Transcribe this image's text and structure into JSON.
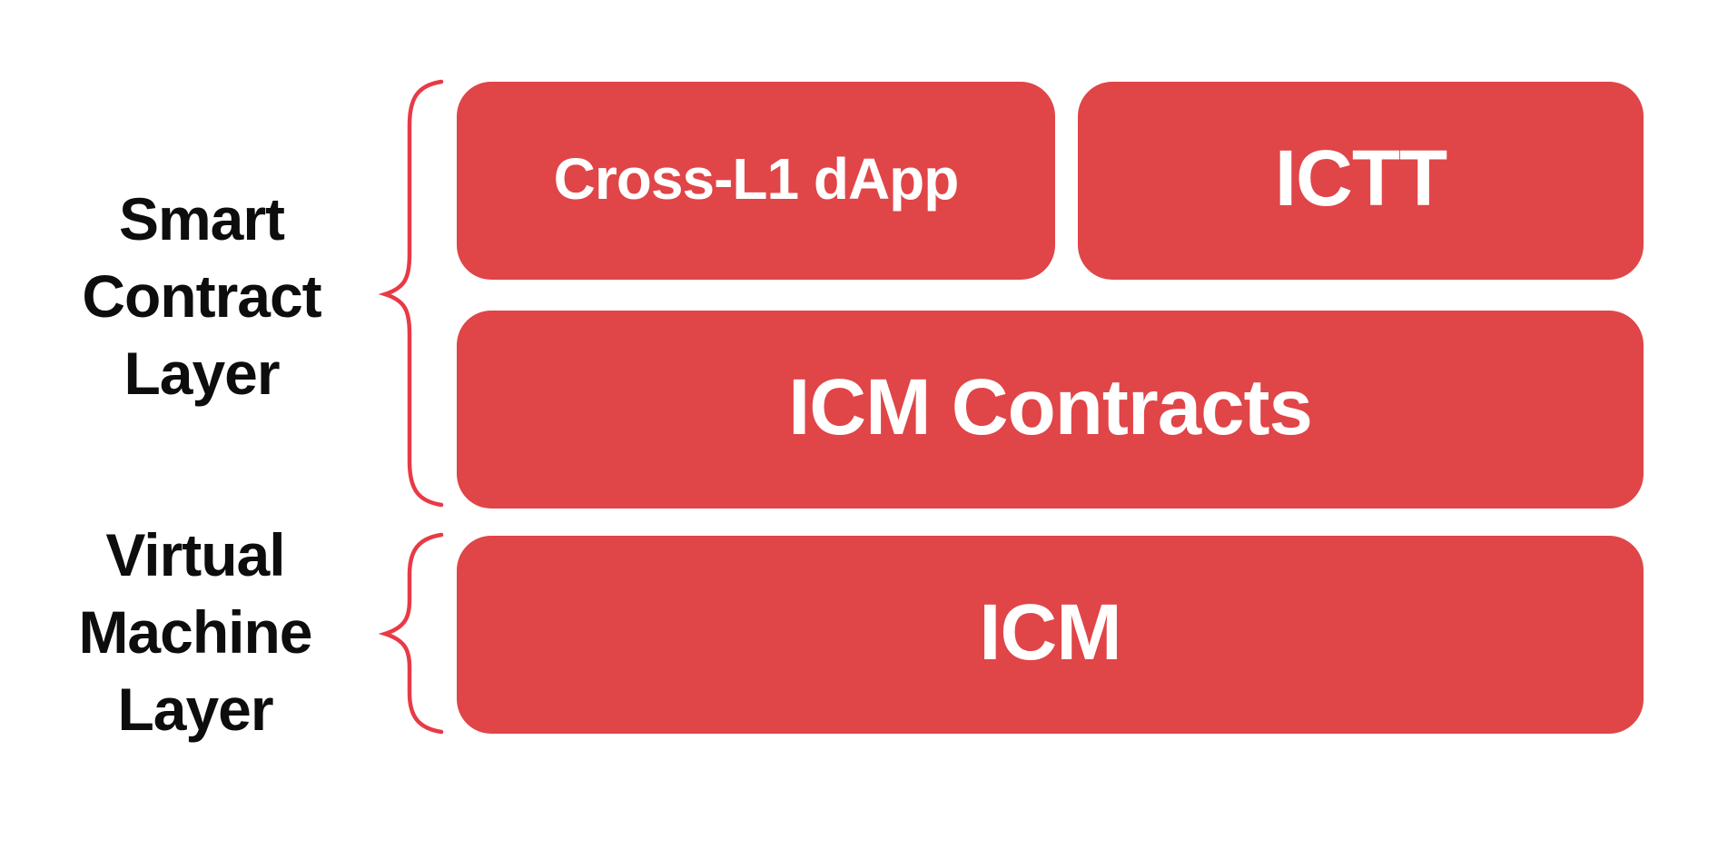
{
  "colors": {
    "background": "#FFFFFF",
    "box_fill": "#E04548",
    "box_text": "#FFFFFF",
    "brace_stroke": "#E83A46",
    "label_text": "#0D0D0D"
  },
  "layer_labels": [
    {
      "id": "smart-contract-layer",
      "lines": [
        "Smart",
        "Contract",
        "Layer"
      ]
    },
    {
      "id": "virtual-machine-layer",
      "lines": [
        "Virtual",
        "Machine",
        "Layer"
      ]
    }
  ],
  "boxes": [
    {
      "id": "cross-l1-dapp",
      "label": "Cross-L1 dApp"
    },
    {
      "id": "ictt",
      "label": "ICTT"
    },
    {
      "id": "icm-contracts",
      "label": "ICM Contracts"
    },
    {
      "id": "icm",
      "label": "ICM"
    }
  ]
}
